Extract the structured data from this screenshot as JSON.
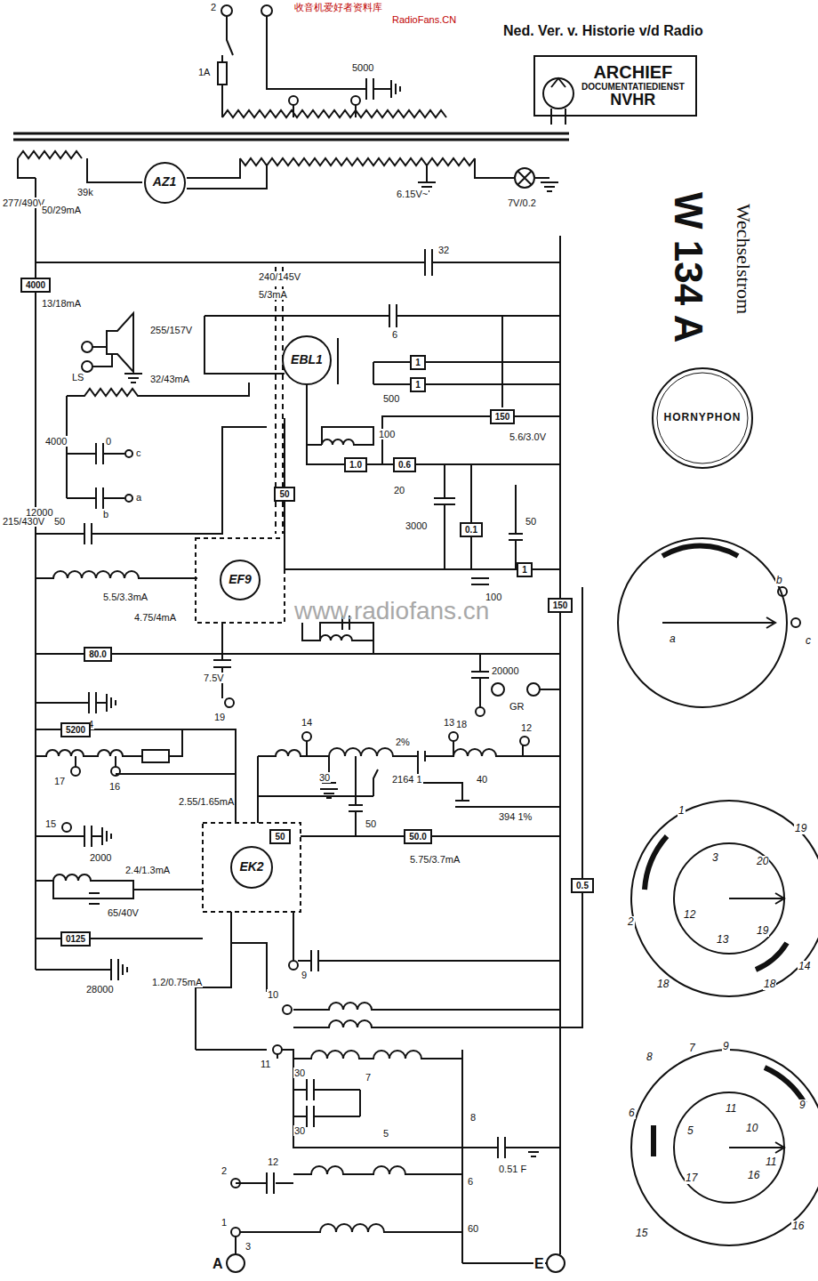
{
  "diagram": {
    "title": "W 134 A",
    "nodes": [
      {
        "text": [
          "ARCHIEF",
          "DOCUMENTATIEDIENST",
          "NVHR"
        ]
      },
      {
        "text": [
          "HORNYPHON"
        ]
      },
      {
        "text": [
          "AZ1"
        ]
      },
      {
        "text": [
          "EBL1"
        ]
      },
      {
        "text": [
          "EF9"
        ]
      },
      {
        "text": [
          "EK2"
        ]
      },
      {
        "text": [
          "4000"
        ]
      },
      {
        "text": [
          "1"
        ]
      },
      {
        "text": [
          "1"
        ]
      },
      {
        "text": [
          "150"
        ]
      },
      {
        "text": [
          "1.0"
        ]
      },
      {
        "text": [
          "0.6"
        ]
      },
      {
        "text": [
          "0.1"
        ]
      },
      {
        "text": [
          "50"
        ]
      },
      {
        "text": [
          "1"
        ]
      },
      {
        "text": [
          "150"
        ]
      },
      {
        "text": [
          "80.0"
        ]
      },
      {
        "text": [
          "5200"
        ]
      },
      {
        "text": [
          "50"
        ]
      },
      {
        "text": [
          "50.0"
        ]
      },
      {
        "text": [
          "0.5"
        ]
      },
      {
        "text": [
          "0125"
        ]
      }
    ],
    "labels": [
      "收音机爱好者资料库",
      "RadioFans.CN",
      "Ned. Ver. v. Historie v/d Radio",
      "Wechselstrom",
      "www.radiofans.cn",
      "2",
      "1A",
      "5000",
      "39k",
      "277/490V",
      "50/29mA",
      "13/18mA",
      "215/430V",
      "240/145V",
      "5/3mA",
      "255/157V",
      "32/43mA",
      "LS",
      "4000",
      "12000",
      "0",
      "c",
      "a",
      "b",
      "500",
      "100",
      "20",
      "3000",
      "50",
      "5.6/3.0V",
      "6",
      "32",
      "6.15V~",
      "7V/0.2",
      "50",
      "5.5/3.3mA",
      "4.75/4mA",
      "7.5V",
      "19",
      "100",
      "20000",
      "GR",
      "18",
      "4",
      "14",
      "13",
      "12",
      "30",
      "2%",
      "2164 1",
      "40",
      "394 1%",
      "50",
      "17",
      "16",
      "15",
      "2000",
      "2.55/1.65mA",
      "2.4/1.3mA",
      "65/40V",
      "5.75/3.7mA",
      "28000",
      "1.2/0.75mA",
      "9",
      "10",
      "11",
      "30",
      "7",
      "30",
      "5",
      "8",
      "6",
      "60",
      "0.51 F",
      "2",
      "1",
      "3",
      "12",
      "A",
      "E",
      "a",
      "b",
      "c",
      "1",
      "2",
      "3",
      "20",
      "19",
      "12",
      "13",
      "19",
      "18",
      "18",
      "14",
      "8",
      "7",
      "9",
      "6",
      "5",
      "11",
      "10",
      "9",
      "17",
      "16",
      "15",
      "16",
      "11"
    ]
  }
}
